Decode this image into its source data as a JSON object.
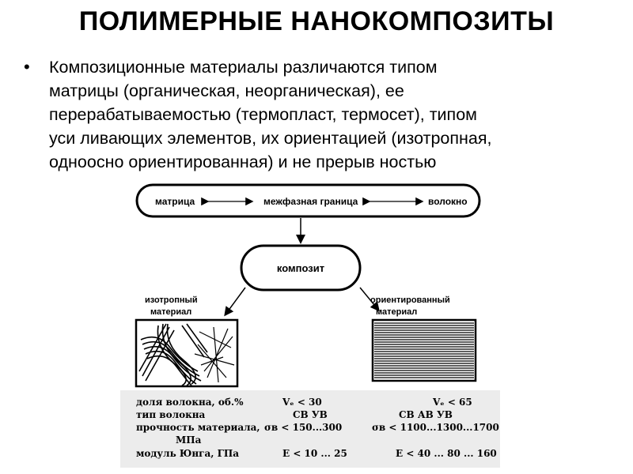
{
  "title": "ПОЛИМЕРНЫЕ НАНОКОМПОЗИТЫ",
  "bullet": {
    "marker": "•",
    "lines": [
      "Композиционные материалы различаются типом",
      "матрицы (органическая, неорганическая), ее",
      "перерабатываемостью (термопласт, термосет), типом",
      "уси ливающих элементов, их ориентацией (изотропная,",
      "одноосно ориентированная) и не прерыв ностью"
    ]
  },
  "diagram": {
    "top_box": {
      "matrix": "матрица",
      "interface": "межфазная граница",
      "fiber": "волокно",
      "arrows": [
        "◄——►",
        "◄——►"
      ]
    },
    "composite": "композит",
    "left_label": [
      "изотропный",
      "материал"
    ],
    "right_label": [
      "ориентированный",
      "материал"
    ]
  },
  "table": {
    "rows": [
      {
        "label": "доля волокна, об.%",
        "iso": "Vₑ < 30",
        "ori": "Vₑ < 65"
      },
      {
        "label": "тип волокна",
        "iso": "СВ    УВ",
        "ori": "СВ      АВ      УВ"
      },
      {
        "label": "прочность материала,",
        "iso": "σв < 150...300",
        "ori": "σв < 1100...1300...1700"
      },
      {
        "label": "МПа",
        "iso": "",
        "ori": ""
      },
      {
        "label": "модуль Юнга, ГПа",
        "iso": "E < 10 ... 25",
        "ori": "E < 40 ... 80 ... 160"
      }
    ]
  }
}
